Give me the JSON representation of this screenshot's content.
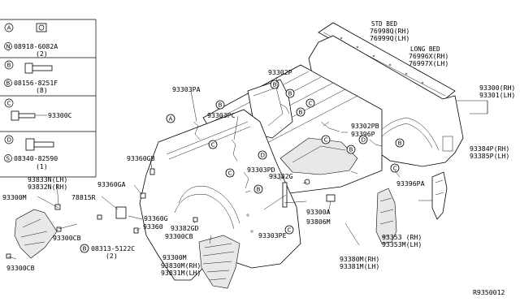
{
  "legend": [
    {
      "letter": "A",
      "prefix": "N",
      "part": "08918-6082A",
      "qty": "(2)"
    },
    {
      "letter": "B",
      "prefix": "B",
      "part": "08156-8251F",
      "qty": "(8)"
    },
    {
      "letter": "C",
      "prefix": "",
      "part": "93300C",
      "qty": ""
    },
    {
      "letter": "D",
      "prefix": "S",
      "part": "08340-82590",
      "qty": "(1)"
    }
  ],
  "bed_note": {
    "std_bed": "STD BED",
    "std_rh": "76998Q(RH)",
    "std_lh": "76999Q(LH)",
    "long_bed": "LONG BED",
    "long_rh": "76996X(RH)",
    "long_lh": "76997X(LH)"
  },
  "labels": {
    "p93303PA": "93303PA",
    "p93302P": "93302P",
    "p93303PC": "93303PC",
    "p93302PB": "93302PB",
    "p93396P": "93396P",
    "p93300": "93300(RH)",
    "p93301": "93301(LH)",
    "p93360GB": "93360GB",
    "p93360GA": "93360GA",
    "p93833N": "93833N(LH)",
    "p93832N": "93832N(RH)",
    "p93300M_l": "93300M",
    "p78815R": "78815R",
    "p93300CB_l": "93300CB",
    "p08313": "08313-5122C",
    "p08313_qty": "(2)",
    "p93300CB_b": "93300CB",
    "p93360G": "93360G",
    "p93360": "93360",
    "p93382GD": "93382GD",
    "p93300CB_m": "93300CB",
    "p93300M_m": "93300M",
    "p93830M": "93830M(RH)",
    "p93831M": "93831M(LH)",
    "p93303PD": "93303PD",
    "p93382G": "93382G",
    "p93300A": "93300A",
    "p93806M": "93806M",
    "p93303PE": "93303PE",
    "p93396PA": "93396PA",
    "p93384P": "93384P(RH)",
    "p93385P": "93385P(LH)",
    "p93353": "93353  (RH)",
    "p93353M": "93353M(LH)",
    "p93380M": "93380M(RH)",
    "p93381M": "93381M(LH)",
    "ref": "R9350012"
  }
}
